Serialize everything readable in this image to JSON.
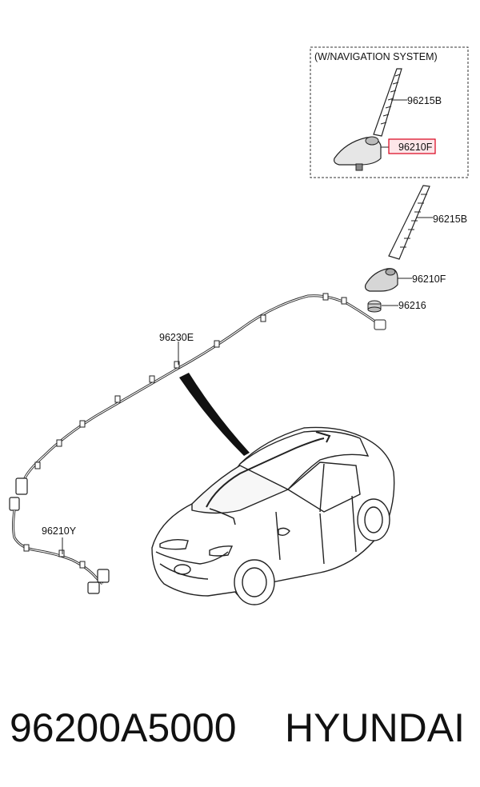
{
  "diagram": {
    "nav_box_title": "(W/NAVIGATION SYSTEM)",
    "callouts": {
      "nav_antenna_rod": "96215B",
      "nav_antenna_base": "96210F",
      "antenna_rod": "96215B",
      "antenna_base": "96210F",
      "antenna_nut": "96216",
      "roof_cable": "96230E",
      "lower_cable": "96210Y"
    },
    "highlight_color": "#d9001b"
  },
  "footer": {
    "part_number": "96200A5000",
    "brand": "HYUNDAI"
  }
}
